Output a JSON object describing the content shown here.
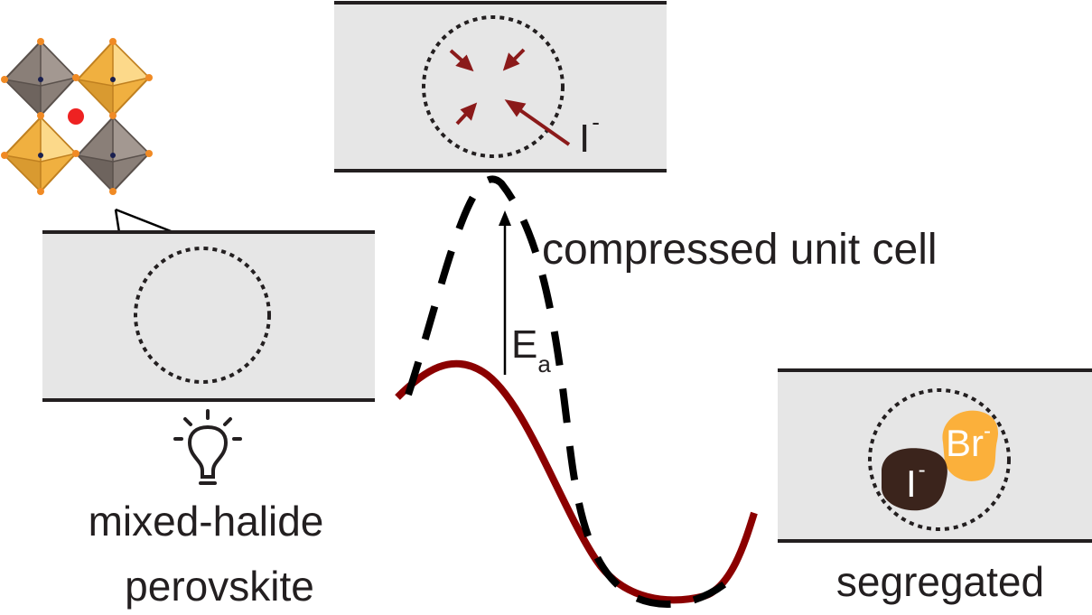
{
  "labels": {
    "initial_state_line1": "mixed-halide",
    "initial_state_line2": "perovskite",
    "transition_state": "compressed unit cell",
    "final_state": "segregated",
    "activation_energy_main": "E",
    "activation_energy_sub": "a",
    "iodide_arrow_ion": "I",
    "iodide_arrow_charge": "-",
    "iodide_blob_ion": "I",
    "iodide_blob_charge": "-",
    "bromide_blob_ion": "Br",
    "bromide_blob_charge": "-"
  },
  "icons": {
    "illumination": "light-bulb-icon",
    "crystal_structure": "perovskite-octahedra-icon"
  },
  "colors": {
    "panel_fill": "#e6e6e6",
    "panel_border": "#231f20",
    "energy_curve": "#8b0000",
    "dashed_curve": "#000000",
    "compression_arrows": "#8b1a1a",
    "iodide_blob": "#3b241c",
    "bromide_blob": "#fbb03b",
    "octahedron_grey": "#8a7f78",
    "octahedron_orange": "#f0b040",
    "a_site_cation": "#ee2222",
    "halide_vertex": "#f08a24"
  }
}
